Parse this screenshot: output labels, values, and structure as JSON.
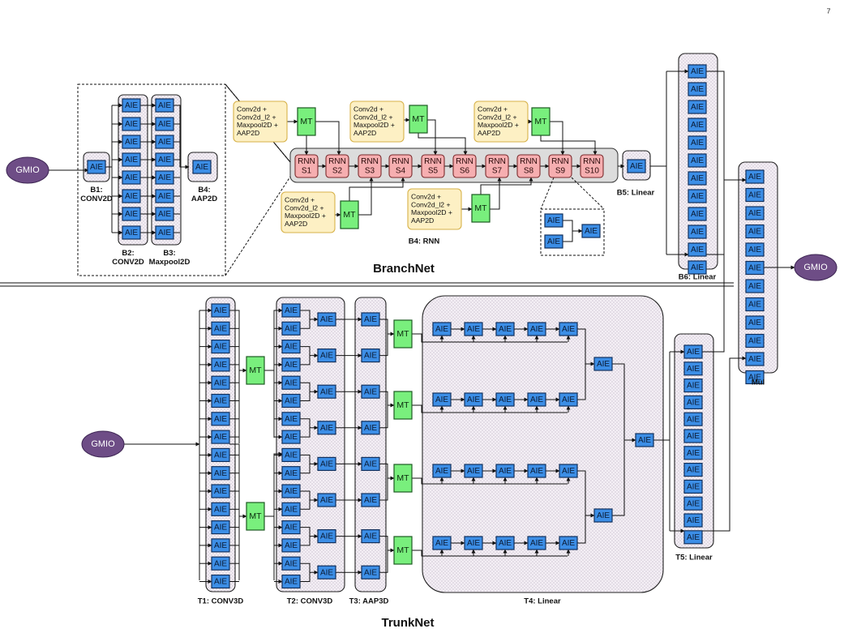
{
  "page_number": "7",
  "titles": {
    "branch": "BranchNet",
    "trunk": "TrunkNet"
  },
  "gmio": {
    "label": "GMIO"
  },
  "aie": {
    "label": "AIE"
  },
  "mt": {
    "label": "MT"
  },
  "rnn_stages": [
    "RNN\nS1",
    "RNN\nS2",
    "RNN\nS3",
    "RNN\nS4",
    "RNN\nS5",
    "RNN\nS6",
    "RNN\nS7",
    "RNN\nS8",
    "RNN\nS9",
    "RNN\nS10"
  ],
  "conv_text": "Conv2d +\nConv2d_l2 +\nMaxpool2D +\nAAP2D",
  "branch_labels": {
    "b1": "B1:\nCONV2D",
    "b2": "B2:\nCONV2D",
    "b3": "B3:\nMaxpool2D",
    "b4": "B4:\nAAP2D",
    "b4rnn": "B4: RNN",
    "b5": "B5: Linear",
    "b6": "B6: Linear",
    "mul": "Mul"
  },
  "trunk_labels": {
    "t1": "T1: CONV3D",
    "t2": "T2: CONV3D",
    "t3": "T3: AAP3D",
    "t4": "T4: Linear",
    "t5": "T5: Linear"
  },
  "colors": {
    "aie": "#3c8ee6",
    "mt": "#79ef7d",
    "rnn": "#f6aeb0",
    "conv": "#fdf0c4",
    "gmio": "#6e4d86"
  }
}
